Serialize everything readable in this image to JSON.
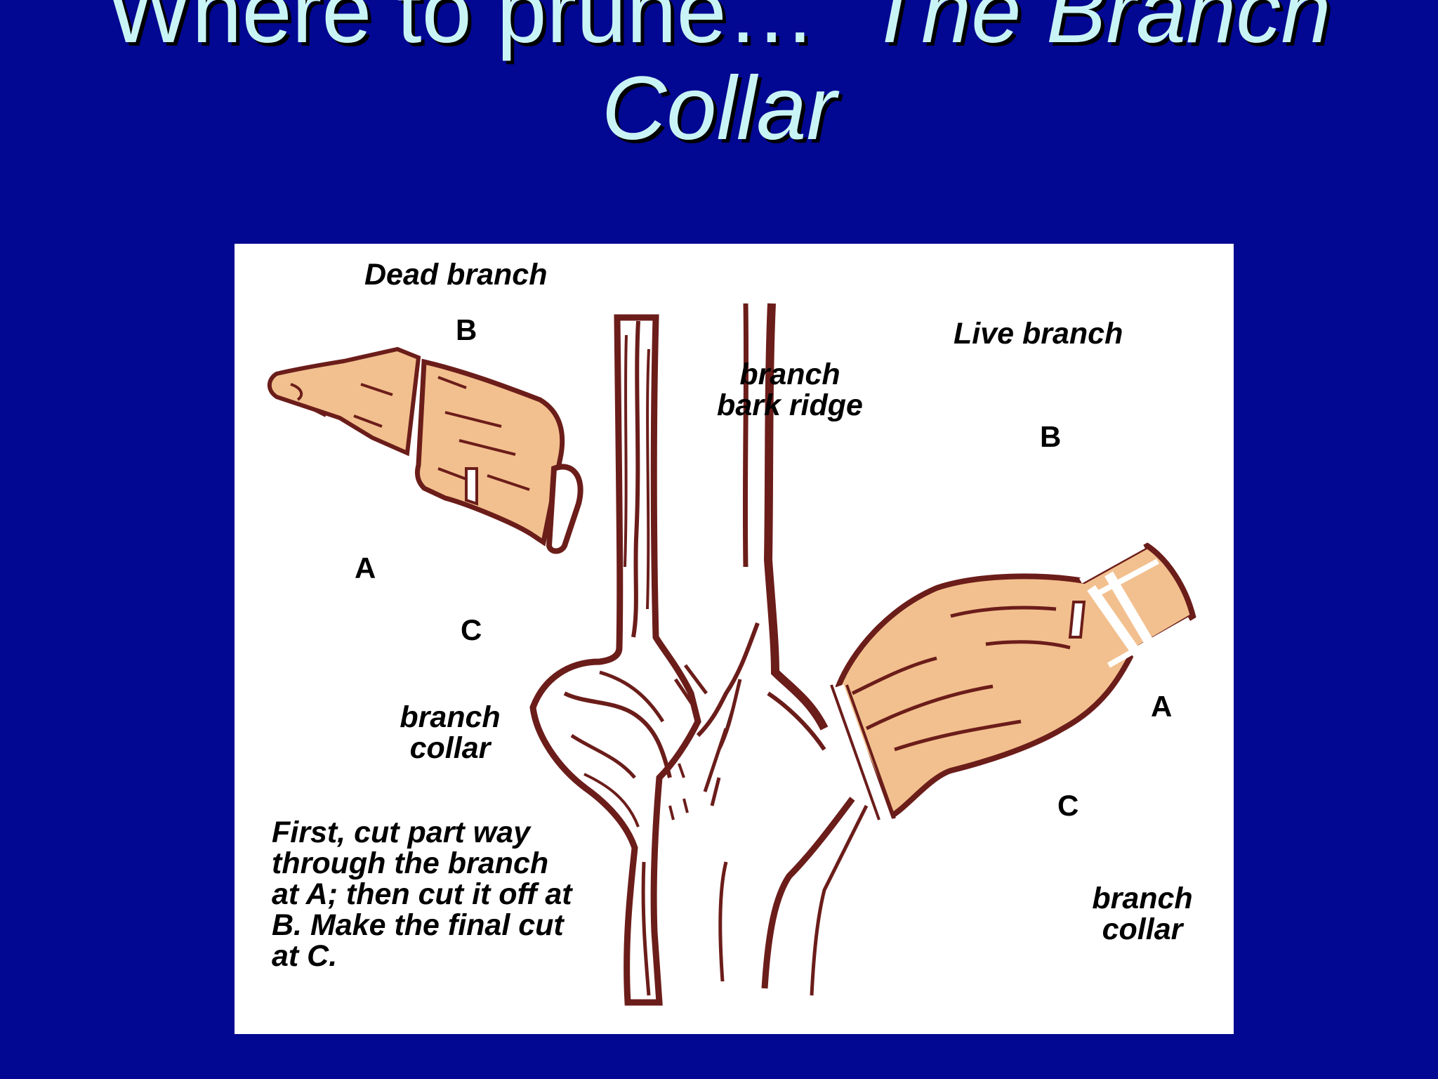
{
  "slide": {
    "title_plain": "Where to prune…",
    "title_italic": "The Branch Collar"
  },
  "diagram": {
    "dead_branch_label": "Dead branch",
    "live_branch_label": "Live branch",
    "bark_ridge_label": "branch bark ridge",
    "left_collar_label": "branch collar",
    "right_collar_label": "branch collar",
    "cut_letters": {
      "a": "A",
      "b": "B",
      "c": "C"
    },
    "instructions": "First, cut part way through the branch at A; then cut it off at B. Make the final cut at C."
  },
  "colors": {
    "background": "#020891",
    "title": "#c9f4f6",
    "wood": "#f2c08e",
    "bark": "#6b1d1a"
  }
}
